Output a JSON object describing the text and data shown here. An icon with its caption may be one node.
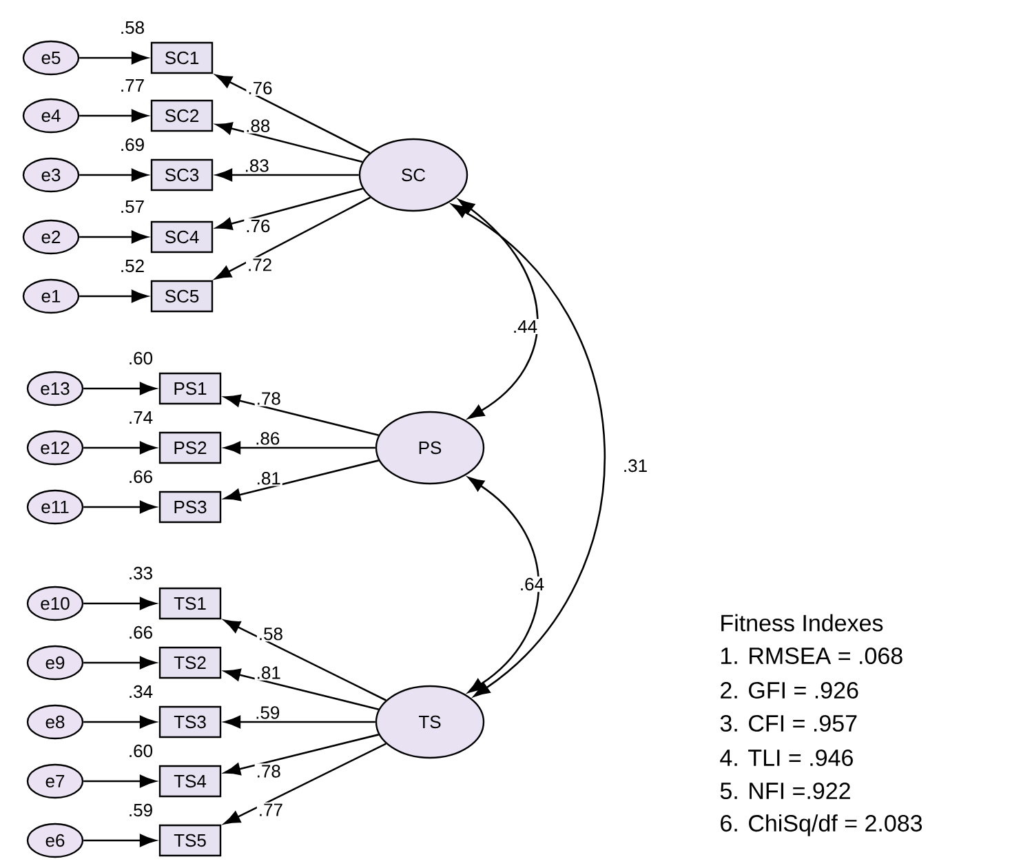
{
  "diagram": {
    "nodes": [
      {
        "text": [
          "e5"
        ]
      },
      {
        "text": [
          "e4"
        ]
      },
      {
        "text": [
          "e3"
        ]
      },
      {
        "text": [
          "e2"
        ]
      },
      {
        "text": [
          "e1"
        ]
      },
      {
        "text": [
          "SC1"
        ],
        "beside": [
          ".58"
        ]
      },
      {
        "text": [
          "SC2"
        ],
        "beside": [
          ".77"
        ]
      },
      {
        "text": [
          "SC3"
        ],
        "beside": [
          ".69"
        ]
      },
      {
        "text": [
          "SC4"
        ],
        "beside": [
          ".57"
        ]
      },
      {
        "text": [
          "SC5"
        ],
        "beside": [
          ".52"
        ]
      },
      {
        "text": [
          "SC"
        ]
      },
      {
        "text": [
          "e13"
        ]
      },
      {
        "text": [
          "e12"
        ]
      },
      {
        "text": [
          "e11"
        ]
      },
      {
        "text": [
          "PS1"
        ],
        "beside": [
          ".60"
        ]
      },
      {
        "text": [
          "PS2"
        ],
        "beside": [
          ".74"
        ]
      },
      {
        "text": [
          "PS3"
        ],
        "beside": [
          ".66"
        ]
      },
      {
        "text": [
          "PS"
        ]
      },
      {
        "text": [
          "e10"
        ]
      },
      {
        "text": [
          "e9"
        ]
      },
      {
        "text": [
          "e8"
        ]
      },
      {
        "text": [
          "e7"
        ]
      },
      {
        "text": [
          "e6"
        ]
      },
      {
        "text": [
          "TS1"
        ],
        "beside": [
          ".33"
        ]
      },
      {
        "text": [
          "TS2"
        ],
        "beside": [
          ".66"
        ]
      },
      {
        "text": [
          "TS3"
        ],
        "beside": [
          ".34"
        ]
      },
      {
        "text": [
          "TS4"
        ],
        "beside": [
          ".60"
        ]
      },
      {
        "text": [
          "TS5"
        ],
        "beside": [
          ".59"
        ]
      },
      {
        "text": [
          "TS"
        ]
      }
    ],
    "edges": [
      {
        "from": 0,
        "to": 5,
        "arrow": "to"
      },
      {
        "from": 1,
        "to": 6,
        "arrow": "to"
      },
      {
        "from": 2,
        "to": 7,
        "arrow": "to"
      },
      {
        "from": 3,
        "to": 8,
        "arrow": "to"
      },
      {
        "from": 4,
        "to": 9,
        "arrow": "to"
      },
      {
        "from": 10,
        "to": 5,
        "arrow": "to",
        "label": ".76"
      },
      {
        "from": 10,
        "to": 6,
        "arrow": "to",
        "label": ".88"
      },
      {
        "from": 10,
        "to": 7,
        "arrow": "to",
        "label": ".83"
      },
      {
        "from": 10,
        "to": 8,
        "arrow": "to",
        "label": ".76"
      },
      {
        "from": 10,
        "to": 9,
        "arrow": "to",
        "label": ".72"
      },
      {
        "from": 11,
        "to": 14,
        "arrow": "to"
      },
      {
        "from": 12,
        "to": 15,
        "arrow": "to"
      },
      {
        "from": 13,
        "to": 16,
        "arrow": "to"
      },
      {
        "from": 17,
        "to": 14,
        "arrow": "to",
        "label": ".78"
      },
      {
        "from": 17,
        "to": 15,
        "arrow": "to",
        "label": ".86"
      },
      {
        "from": 17,
        "to": 16,
        "arrow": "to",
        "label": ".81"
      },
      {
        "from": 18,
        "to": 23,
        "arrow": "to"
      },
      {
        "from": 19,
        "to": 24,
        "arrow": "to"
      },
      {
        "from": 20,
        "to": 25,
        "arrow": "to"
      },
      {
        "from": 21,
        "to": 26,
        "arrow": "to"
      },
      {
        "from": 22,
        "to": 27,
        "arrow": "to"
      },
      {
        "from": 28,
        "to": 23,
        "arrow": "to",
        "label": ".58"
      },
      {
        "from": 28,
        "to": 24,
        "arrow": "to",
        "label": ".81"
      },
      {
        "from": 28,
        "to": 25,
        "arrow": "to",
        "label": ".59"
      },
      {
        "from": 28,
        "to": 26,
        "arrow": "to",
        "label": ".78"
      },
      {
        "from": 28,
        "to": 27,
        "arrow": "to",
        "label": ".77"
      },
      {
        "from": 10,
        "to": 17,
        "arrow": "both",
        "label": ".44"
      },
      {
        "from": 17,
        "to": 28,
        "arrow": "both",
        "label": ".64"
      },
      {
        "from": 10,
        "to": 28,
        "arrow": "both",
        "label": ".31"
      }
    ],
    "labels": [
      "Fitness Indexes",
      "1. RMSEA = .068",
      "2. GFI = .926",
      "3. CFI = .957",
      "4. TLI = .946",
      "5. NFI =.922",
      "6. ChiSq/df = 2.083"
    ]
  }
}
